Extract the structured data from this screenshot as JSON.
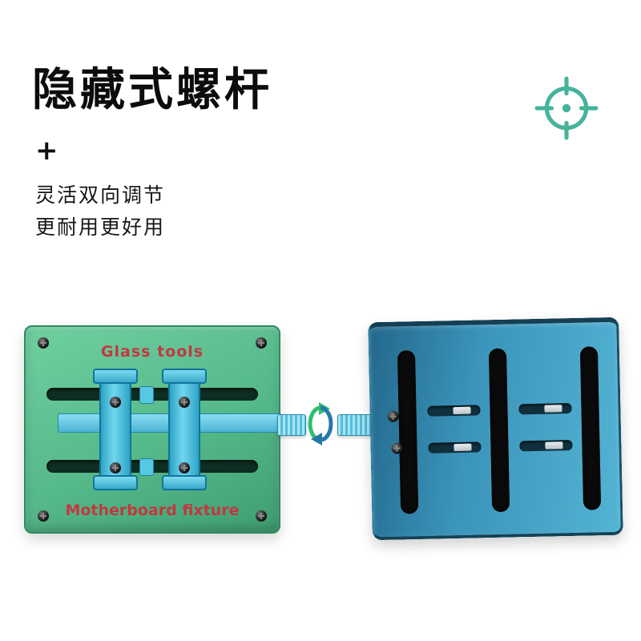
{
  "header": {
    "title": "隐藏式螺杆",
    "plus": "+",
    "subtitle_lines": [
      "灵活双向调节",
      "更耐用更好用"
    ]
  },
  "left_product": {
    "top_label": "Glass tools",
    "bottom_label": "Motherboard fixture"
  },
  "icons": {
    "crosshair": "crosshair-target-icon",
    "rotation_arrows": "rotation-arrows-icon"
  },
  "colors": {
    "accent_teal": "#46b39a",
    "plate_green": "#56b98a",
    "plate_blue": "#3b94ba",
    "clamp_blue": "#49c0dd",
    "label_red": "#c0393f",
    "rotation_green": "#2fbf71",
    "rotation_blue": "#2778a8"
  }
}
